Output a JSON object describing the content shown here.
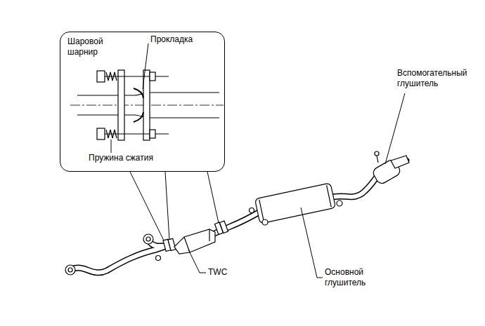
{
  "diagram": {
    "nodes": [
      {
        "text": [
          "Шаровой шарнир",
          "Прокладка",
          "Пружина сжатия"
        ]
      }
    ],
    "labels": [
      "Вспомогательный глушитель",
      "TWC",
      "Основной глушитель"
    ]
  }
}
